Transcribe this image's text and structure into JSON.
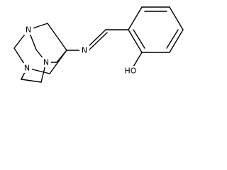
{
  "structure": {
    "atom_labels": {
      "n_upper_left": "N",
      "n_lower_left": "N",
      "n_lower_middle": "N",
      "n_imine": "N",
      "hydroxyl": "HO"
    },
    "colors": {
      "bond": "#000000",
      "label": "#000000",
      "background": "#ffffff"
    }
  }
}
